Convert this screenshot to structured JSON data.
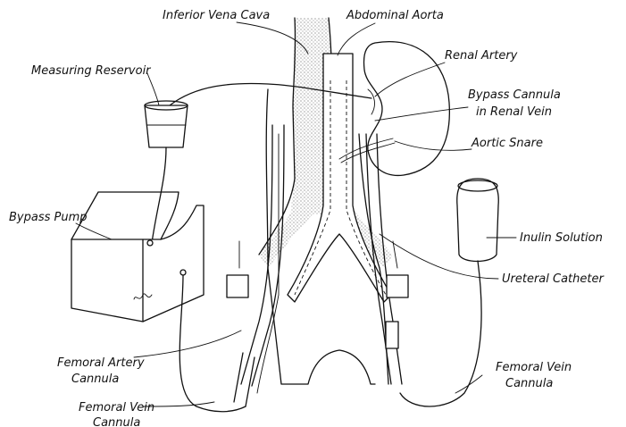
{
  "labels": {
    "inferior_vena_cava": "Inferior Vena Cava",
    "abdominal_aorta": "Abdominal Aorta",
    "renal_artery": "Renal Artery",
    "measuring_reservoir": "Measuring Reservoir",
    "bypass_cannula_line1": "Bypass Cannula",
    "bypass_cannula_line2": "in Renal Vein",
    "aortic_snare": "Aortic Snare",
    "bypass_pump": "Bypass Pump",
    "inulin_solution": "Inulin Solution",
    "ureteral_catheter": "Ureteral Catheter",
    "femoral_artery_cannula_line1": "Femoral Artery",
    "femoral_artery_cannula_line2": "Cannula",
    "femoral_vein_cannula_right_line1": "Femoral Vein",
    "femoral_vein_cannula_right_line2": "Cannula",
    "femoral_vein_cannula_left_line1": "Femoral Vein",
    "femoral_vein_cannula_left_line2": "Cannula"
  }
}
